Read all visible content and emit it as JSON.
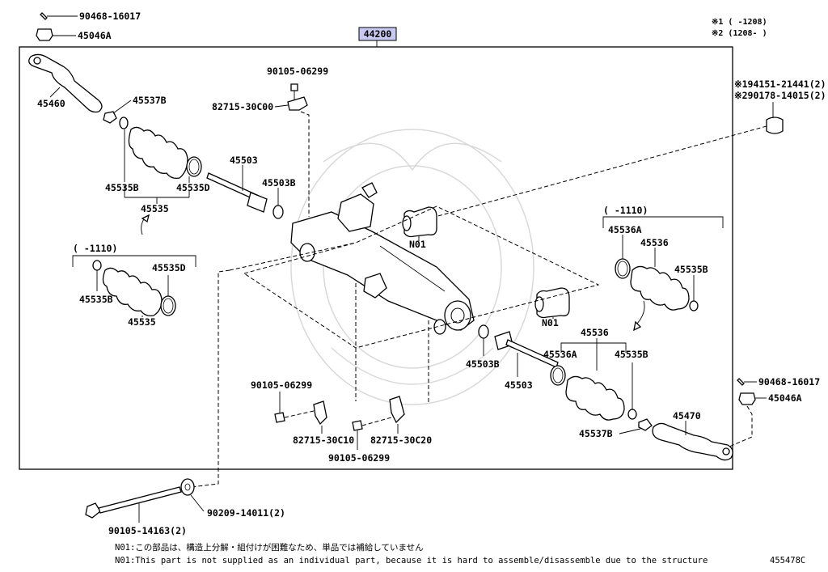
{
  "assembly": {
    "number": "44200",
    "highlight": "#c8c8f0"
  },
  "legend": {
    "mark1": "※1 (     -1208)",
    "mark2": "※2 (1208-     )"
  },
  "parts": {
    "p90468_top": "90468-16017",
    "p45046A_top": "45046A",
    "p45460": "45460",
    "p45537B_top": "45537B",
    "p45535B_top": "45535B",
    "p45535D_top": "45535D",
    "p45535_top": "45535",
    "p45503_top": "45503",
    "p45503B_top": "45503B",
    "p90105_06299_top": "90105-06299",
    "p82715_30C00": "82715-30C00",
    "p94151": "※194151-21441(2)",
    "p90178": "※290178-14015(2)",
    "n01_a": "N01",
    "n01_b": "N01",
    "range_left": "(     -1110)",
    "p45535B_left": "45535B",
    "p45535D_left": "45535D",
    "p45535_left": "45535",
    "range_right": "(     -1110)",
    "p45536A_upper": "45536A",
    "p45536_upper": "45536",
    "p45535B_upper": "45535B",
    "p45503B_right": "45503B",
    "p45503_right": "45503",
    "p45536_lower": "45536",
    "p45536A_lower": "45536A",
    "p45535B_lower": "45535B",
    "p45537B_lower": "45537B",
    "p45470": "45470",
    "p90468_right": "90468-16017",
    "p45046A_right": "45046A",
    "p90105_06299_mid": "90105-06299",
    "p82715_30C10": "82715-30C10",
    "p82715_30C20": "82715-30C20",
    "p90105_06299_bot": "90105-06299",
    "p90209": "90209-14011(2)",
    "p90105_14163": "90105-14163(2)"
  },
  "notes": {
    "jp": "N01:この部品は、構造上分解・組付けが困難なため、単品では補給していません",
    "en": "N01:This part is not supplied as an individual part, because it is hard to assemble/disassemble due to the structure"
  },
  "illustration_number": "455478C"
}
